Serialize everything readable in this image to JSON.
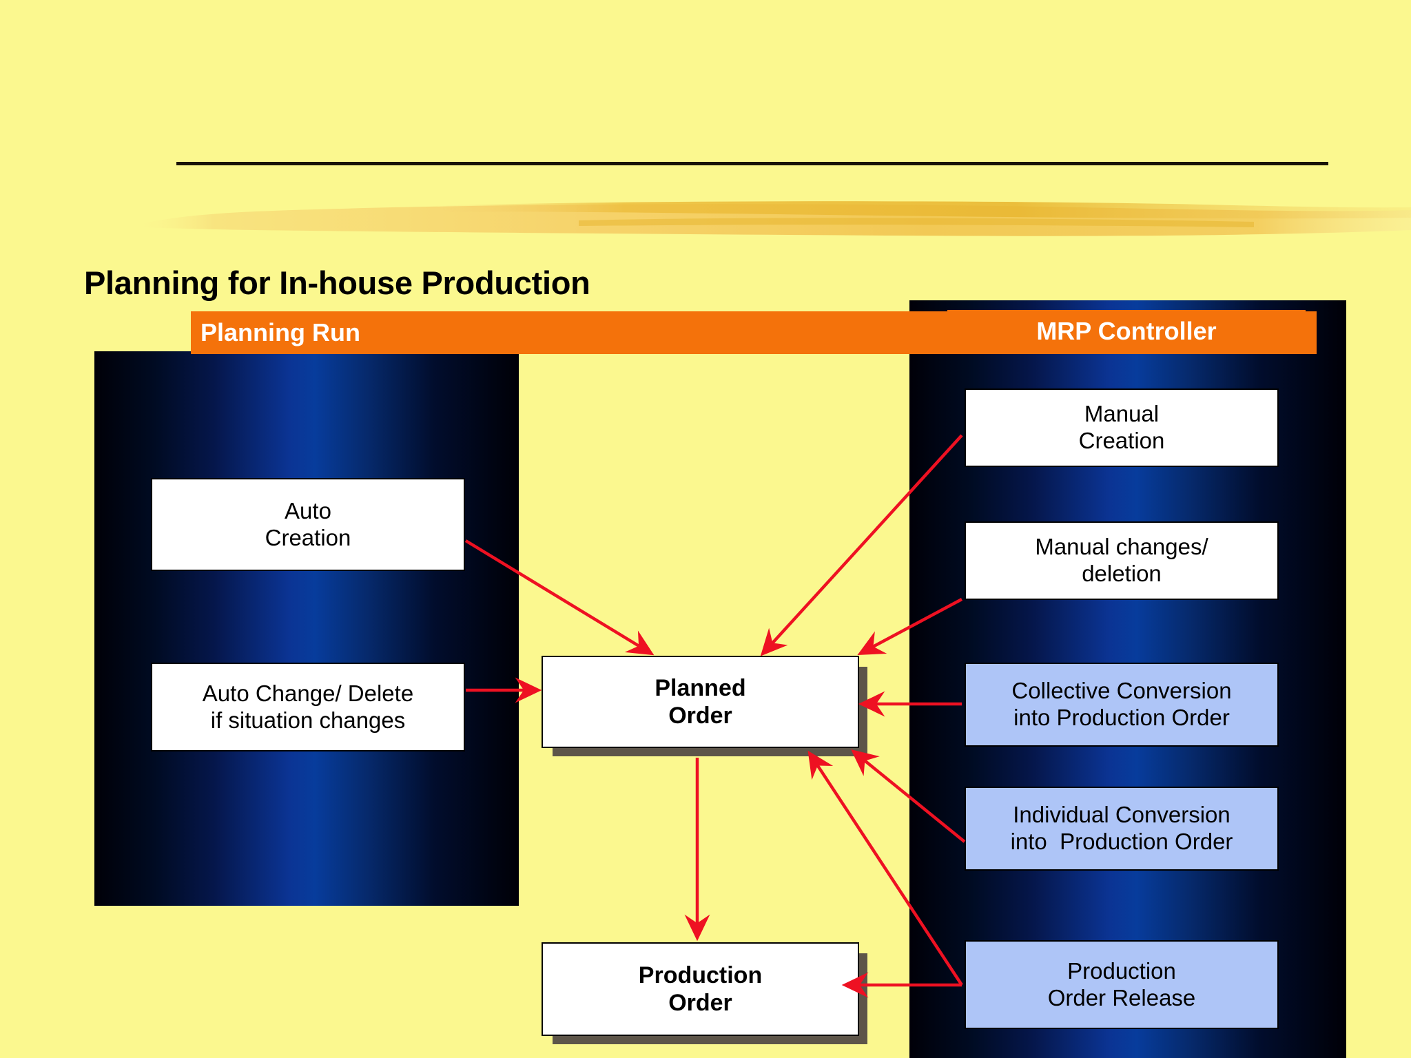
{
  "slide": {
    "title": "Planning for In-house Production",
    "background_color": "#fbf88f",
    "accent_color": "#f4720b",
    "panel_color": "#0b3494",
    "arrow_color": "#ee1122"
  },
  "banners": {
    "left": "Planning Run",
    "right": "MRP Controller"
  },
  "nodes": {
    "auto_creation": {
      "line1": "Auto",
      "line2": "Creation"
    },
    "auto_change": {
      "line1": "Auto Change/ Delete",
      "line2": "if situation changes"
    },
    "planned_order": {
      "line1": "Planned",
      "line2": "Order"
    },
    "production_order": {
      "line1": "Production",
      "line2": "Order"
    },
    "manual_creation": {
      "line1": "Manual",
      "line2": "Creation"
    },
    "manual_changes": {
      "line1": "Manual changes/",
      "line2": "deletion"
    },
    "collective": {
      "line1": "Collective Conversion",
      "line2": "into Production Order"
    },
    "individual": {
      "line1": "Individual Conversion",
      "line2": "into  Production Order"
    },
    "release": {
      "line1": "Production",
      "line2": "Order Release"
    }
  },
  "icons": {
    "arrow": "arrow-icon",
    "brush": "brush-stroke-icon",
    "rule": "horizontal-rule-icon"
  }
}
